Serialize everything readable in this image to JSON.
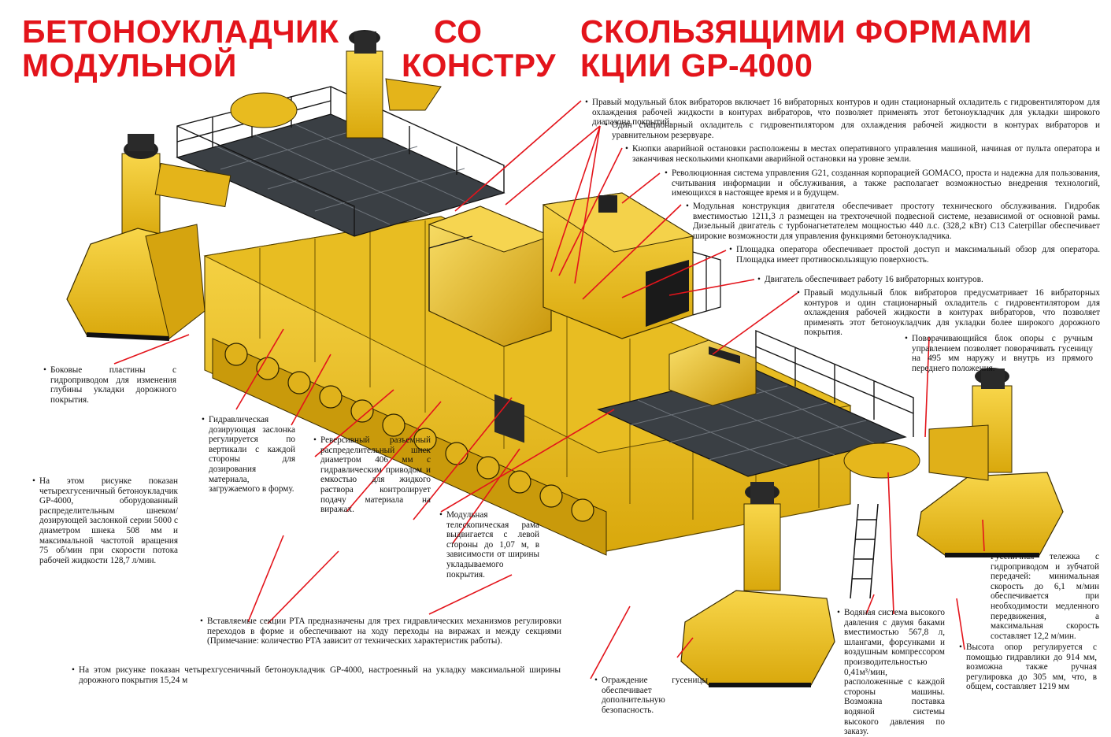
{
  "title": {
    "w1": "БЕТОНОУКЛАДЧИК",
    "w2": "СО",
    "w3": "СКОЛЬЗЯЩИМИ ФОРМАМИ",
    "w4": "МОДУЛЬНОЙ",
    "w5": "КОНСТРУ",
    "w6": "КЦИИ GP-4000"
  },
  "bullet": "•",
  "notes": {
    "right_module_top": "Правый модульный блок вибраторов включает 16 вибраторных контуров и один стационарный охладитель с гидровентилятором для охлаждения рабочей жидкости в контурах вибраторов, что позволяет применять этот бетоноукладчик для укладки широкого диапазона покрытий.",
    "cooler": "Один стационарный охладитель с гидровентилятором для охлаждения рабочей жидкости в контурах вибраторов и уравнительном резервуаре.",
    "estop": "Кнопки аварийной остановки расположены в местах оперативного управления машиной, начиная от пульта оператора и заканчивая несколькими кнопками аварийной остановки на уровне земли.",
    "g21": "Революционная система управления G21, созданная корпорацией GOMACO, проста и надежна для пользования, считывания информации и обслуживания, а также располагает возможностью внедрения технологий, имеющихся в настоящее время и в будущем.",
    "engine_module": "Модульная конструкция двигателя обеспечивает простоту технического обслуживания. Гидробак вместимостью 1211,3 л размещен на трехточечной подвесной системе, независимой от основной рамы. Дизельный двигатель с турбонагнетателем мощностью 440 л.с. (328,2 кВт) С13 Caterpillar обеспечивает широкие возможности для управления функциями бетоноукладчика.",
    "platform": "Площадка оператора обеспечивает простой доступ и максимальный обзор для оператора. Площадка имеет противоскользящую поверхность.",
    "engine_vib": "Двигатель обеспечивает работу 16 вибраторных контуров.",
    "right_module_mid": "Правый модульный блок вибраторов предусматривает 16 вибраторных контуров и один стационарный охладитель с гидровентилятором для охлаждения рабочей жидкости в контурах вибраторов, что позволяет применять этот бетоноукладчик для укладки более широкого дорожного покрытия.",
    "swivel": "Поворачивающийся блок опоры с ручным управлением позволяет поворачивать гусеницу на 495 мм наружу и внутрь из прямого переднего положения.",
    "side_plates": "Боковые пластины с гидроприводом для изменения глубины укладки дорожного покрытия.",
    "gate": "Гидравлическая дозирующая заслонка регулируется по вертикали с каждой стороны для дозирования материала, загружаемого в форму.",
    "auger": "Реверсивный разъемный распределительный шнек диаметром 406 мм с гидравлическим приводом и емкостью для жидкого раствора контролирует подачу материала на виражах.",
    "four_track": "На этом рисунке показан четырехгусеничный бетоноукладчик GP-4000, оборудованный распределительным шнеком/дозирующей заслонкой серии 5000 с диаметром шнека 508 мм и максимальной частотой вращения 75 об/мин при скорости потока рабочей жидкости 128,7 л/мин.",
    "telescope": "Модульная телескопическая рама выдвигается с левой стороны до 1,07 м, в зависимости от ширины укладываемого покрытия.",
    "track_drive": "Гусеничная тележка с гидроприводом и зубчатой передачей: минимальная скорость до 6,1 м/мин обеспечивается при необходимости медленного передвижения, а максимальная скорость составляет 12,2 м/мин.",
    "pta": "Вставляемые секции PTA предназначены для трех гидравлических механизмов регулировки переходов в форме и обеспечивают на ходу переходы на виражах и между секциями (Примечание: количество PTA зависит от технических характеристик работы).",
    "water": "Водяная система высокого давления с двумя баками вместимостью 567,8 л, шлангами, форсунками и воздушным компрессором производительностью 0,41м³/мин, расположенные с каждой стороны машины. Возможна поставка водяной системы высокого давления по заказу.",
    "height": "Высота опор регулируется с помощью гидравлики до 914 мм, возможна также ручная регулировка до 305 мм, что, в общем, составляет 1219 мм",
    "max_width": "На этом рисунке показан четырехгусеничный бетоноукладчик GP-4000, настроенный на укладку максимальной ширины дорожного покрытия 15,24 м",
    "guard": "Ограждение гусеницы обеспечивает дополнительную безопасность."
  },
  "colors": {
    "title_red": "#e3141b",
    "machine_yellow": "#f2c519",
    "machine_dark": "#1a1a1a",
    "deck_grey": "#3a3f44"
  }
}
